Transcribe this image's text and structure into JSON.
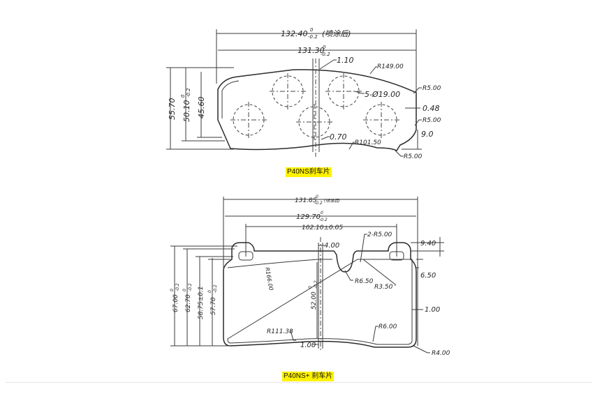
{
  "diagram_top": {
    "caption": "P40NS刹车片",
    "dims": {
      "overall_width": "132.40",
      "overall_width_tol": "0",
      "overall_width_tol2": "-0.2",
      "overall_width_note": "(喷涂后)",
      "width": "131.30",
      "width_tol": "0",
      "width_tol2": "-0.2",
      "height_total": "55.70",
      "height_mid": "50.10",
      "height_mid_tol": "0",
      "height_mid_tol2": "-0.2",
      "height_inner": "45.60",
      "gap_top": "1.10",
      "radius_top": "R149.00",
      "radius_corner_top": "R5.00",
      "holes": "5-Ø19.00",
      "gap_side": "0.48",
      "radius_corner_mid": "R5.00",
      "step": "9.0",
      "gap_bottom": "0.70",
      "radius_bottom": "R101.50",
      "radius_corner_bottom": "R5.00"
    }
  },
  "diagram_bottom": {
    "caption": "P40NS+ 刹车片",
    "dims": {
      "overall_width": "131.85",
      "overall_width_tol": "0",
      "overall_width_tol2": "-0.2",
      "overall_width_note": "(喷涂后)",
      "width": "129.70",
      "width_tol": "0",
      "width_tol2": "-0.2",
      "hole_spacing": "102.10±0.05",
      "gap_top": "4.00",
      "radius_holes": "2-R5.00",
      "tab_height": "9.40",
      "tab_offset": "6.50",
      "gap_side": "1.00",
      "height_a": "67.00",
      "height_a_tol": "0",
      "height_a_tol2": "-0.2",
      "height_b": "62.70",
      "height_b_tol": "0",
      "height_b_tol2": "-0.2",
      "height_c": "58.75±0.1",
      "height_d": "57.70",
      "height_d_tol": "0",
      "height_d_tol2": "-0.2",
      "height_e": "52.00",
      "height_e_tol": "0",
      "height_e_tol2": "-0.2",
      "radius_arc": "R166.00",
      "radius_notch": "R6.50",
      "radius_notch_corner": "R3.50",
      "radius_bottom": "R111.38",
      "radius_corner": "R6.00",
      "gap_bottom": "1.00",
      "radius_outer": "R4.00"
    }
  }
}
